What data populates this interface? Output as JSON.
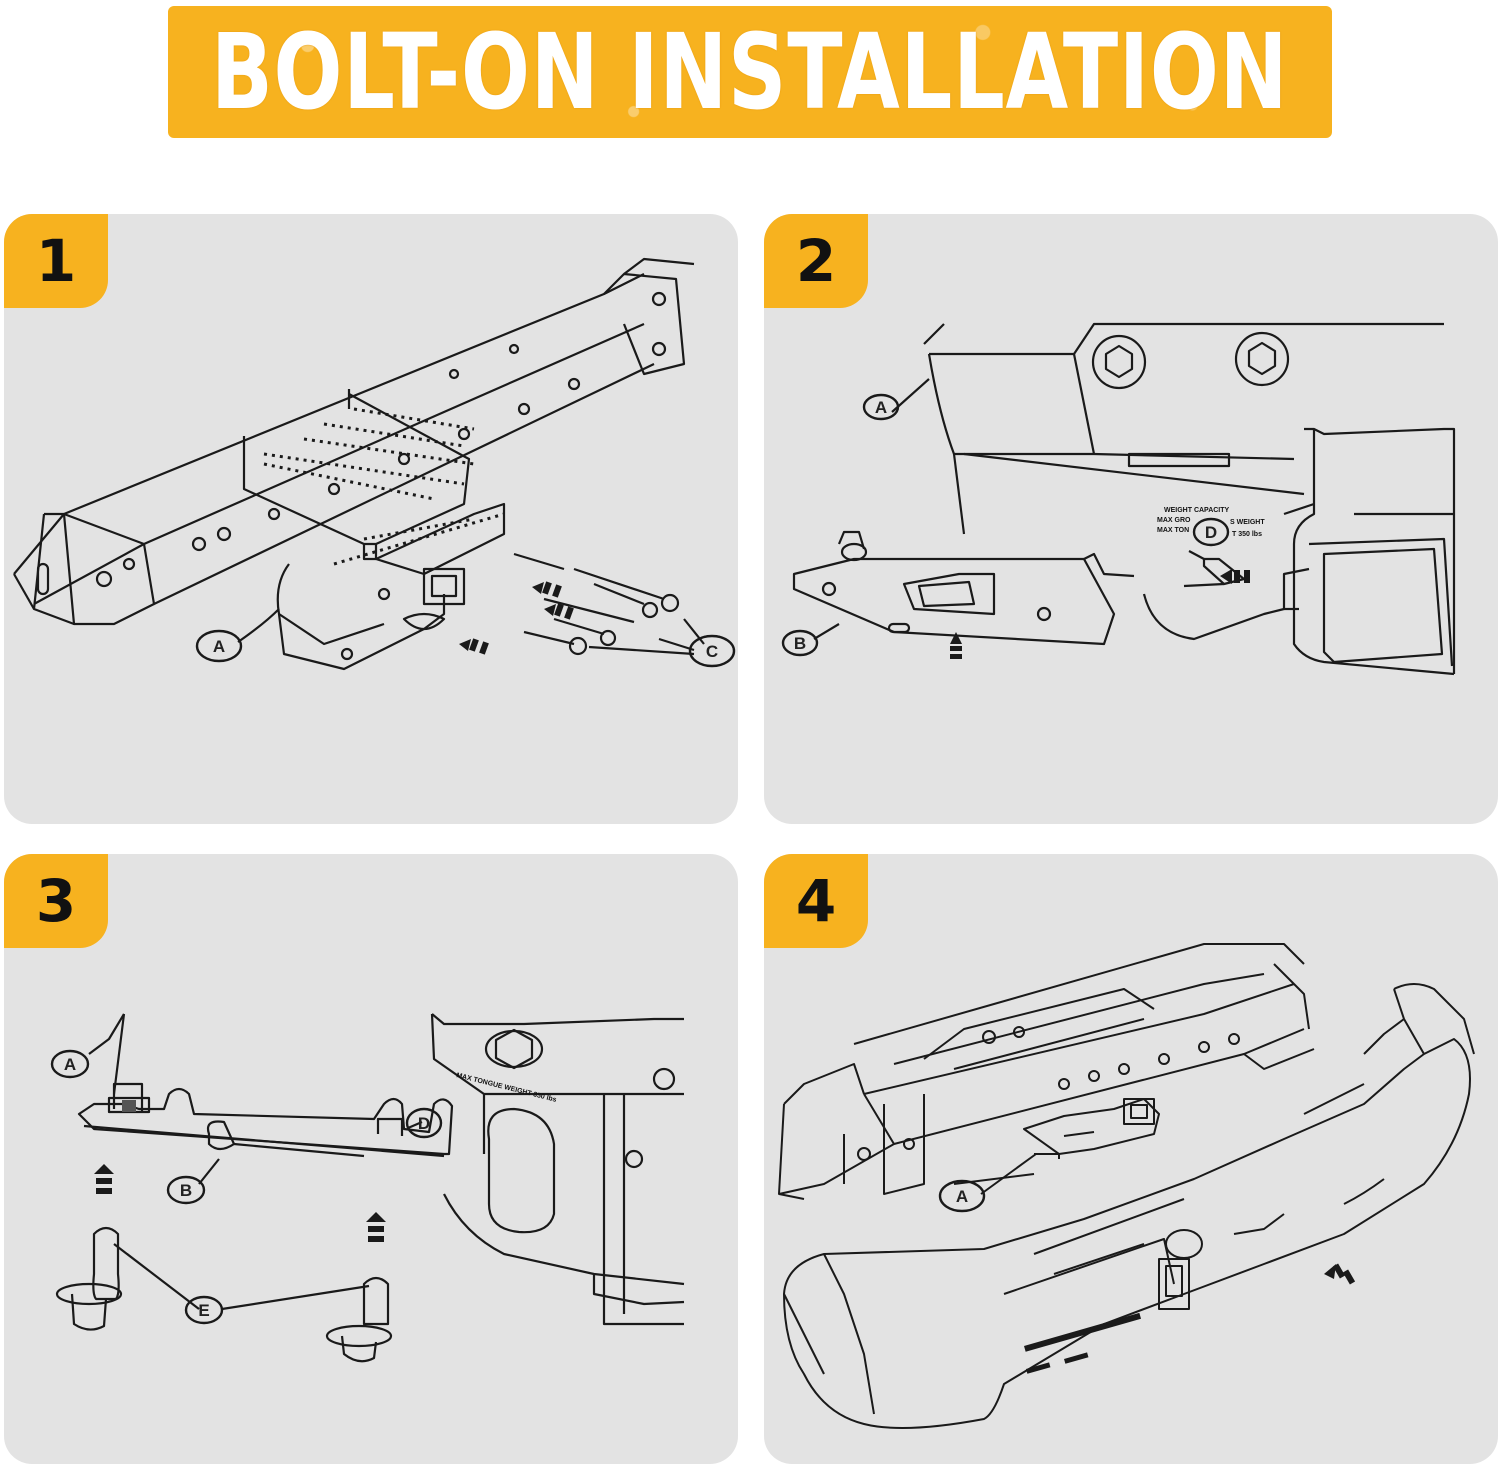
{
  "title": "BOLT-ON INSTALLATION",
  "colors": {
    "accent": "#f7b21f",
    "panel": "#e3e3e3",
    "line": "#1a1a1a"
  },
  "steps": [
    {
      "number": "1",
      "labels": [
        "A",
        "C"
      ]
    },
    {
      "number": "2",
      "labels": [
        "A",
        "B",
        "D"
      ],
      "print": [
        "WEIGHT CAPACITY",
        "MAX GRO",
        "MAX TON",
        "S WEIGHT",
        "T 350 lbs"
      ]
    },
    {
      "number": "3",
      "labels": [
        "A",
        "B",
        "D",
        "E"
      ],
      "print": [
        "MAX TONGUE WEIGHT 350 lbs"
      ]
    },
    {
      "number": "4",
      "labels": [
        "A"
      ]
    }
  ]
}
